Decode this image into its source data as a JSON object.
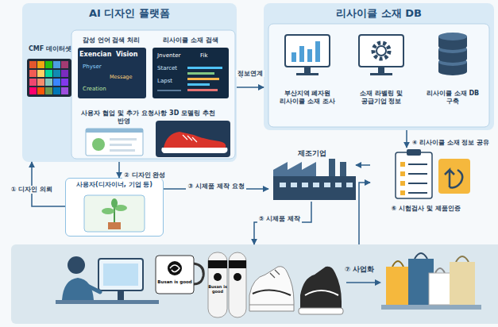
{
  "diagram": {
    "nodes": [
      {
        "text": [
          "AI 디자인 플랫폼"
        ]
      },
      {
        "text": [
          "CMF 데이터셋"
        ],
        "in": 0
      },
      {
        "text": [
          "감성 언어 검색 처리"
        ],
        "in": 0
      },
      {
        "text": [
          "리사이클 소재 검색"
        ],
        "in": 0
      },
      {
        "text": [
          "사용자 협업 및 추가 요청사항 반영"
        ],
        "in": 0
      },
      {
        "text": [
          "3D 모델링 추천"
        ],
        "in": 0
      },
      {
        "text": [
          "리사이클 소재 DB"
        ]
      },
      {
        "text": [
          "부산지역 폐자원 리사이클 소재 조사"
        ],
        "in": 6
      },
      {
        "text": [
          "소재 라벨링 및 공급기업 정보"
        ],
        "in": 6
      },
      {
        "text": [
          "리사이클 소재 DB 구축"
        ],
        "in": 6
      },
      {
        "text": [
          "사용자(디자이너, 기업 등)"
        ]
      },
      {
        "text": [
          "제조기업"
        ]
      },
      {
        "text": [
          "⑥ 시험검사 및 제품인증"
        ]
      },
      {
        "text": [
          "Busan is good",
          "Busan is good"
        ]
      }
    ],
    "edges": [
      {
        "from": 6,
        "to": 0,
        "label": "정보연계",
        "arrow": "to"
      },
      {
        "from": 0,
        "to": 6,
        "arrow": "to"
      },
      {
        "from": 10,
        "to": 0,
        "label": "① 디자인 의뢰",
        "arrow": "to"
      },
      {
        "from": 0,
        "to": 10,
        "label": "② 디자인 완성",
        "arrow": "to"
      },
      {
        "from": 10,
        "to": 11,
        "label": "③ 시제품 제작 요청",
        "arrow": "to"
      },
      {
        "from": 6,
        "to": 12,
        "label": "④ 리사이클 소재 정보 공유",
        "arrow": "to"
      },
      {
        "from": 12,
        "to": 11,
        "arrow": "to"
      },
      {
        "from": 11,
        "to": 13,
        "label": "⑤ 시제품 제작",
        "arrow": "to"
      },
      {
        "from": 13,
        "to": 12,
        "arrow": "to"
      }
    ],
    "labels": [
      "Exencian",
      "Vision",
      "Physer",
      "Message",
      "Creation",
      "Jnventer",
      "Fik",
      "Starcet",
      "Lapst",
      "⑦ 사업화"
    ]
  }
}
